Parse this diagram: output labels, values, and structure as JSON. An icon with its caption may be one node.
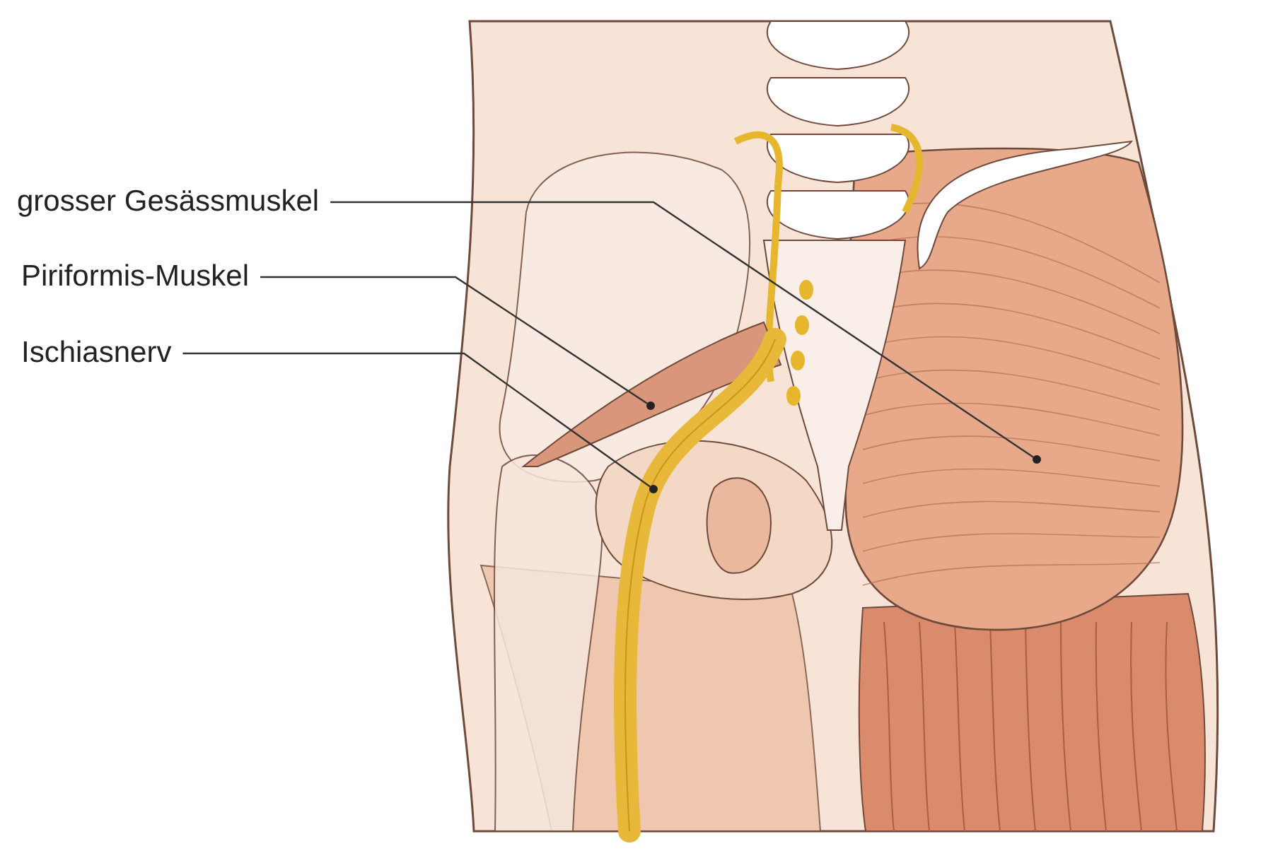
{
  "diagram": {
    "nodes": [
      {
        "text": [
          "grosser Gesässmuskel"
        ]
      },
      {
        "text": [
          "Piriformis-Muskel"
        ]
      },
      {
        "text": [
          "Ischiasnerv"
        ]
      },
      {
        "text": [],
        "shape": "circle"
      },
      {
        "text": [],
        "shape": "circle"
      },
      {
        "text": [],
        "shape": "circle"
      }
    ],
    "edges": [
      {
        "from": 0,
        "to": 3,
        "arrow": "none"
      },
      {
        "from": 1,
        "to": 4,
        "arrow": "none"
      },
      {
        "from": 2,
        "to": 5,
        "arrow": "none"
      }
    ]
  }
}
